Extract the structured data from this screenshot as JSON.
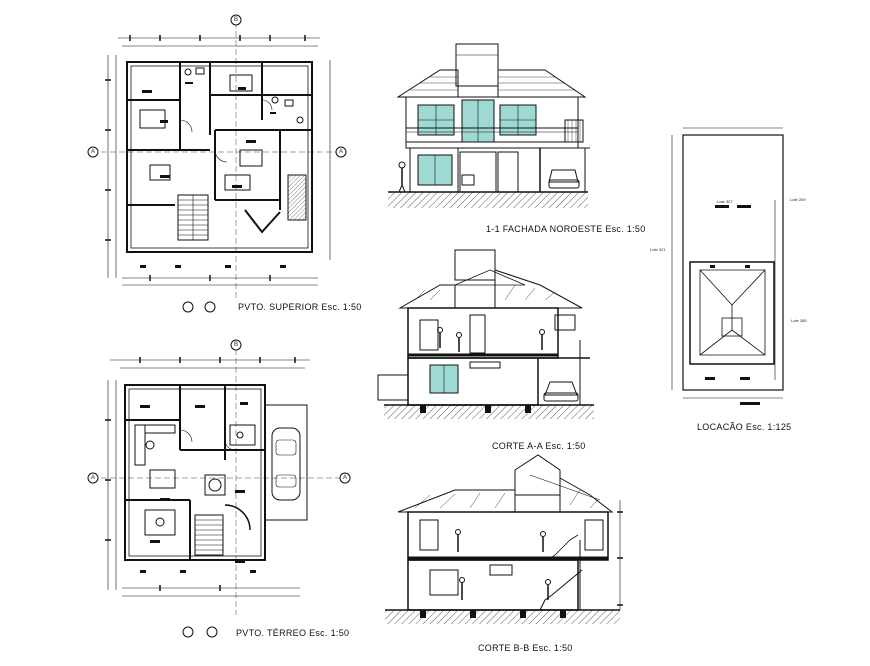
{
  "drawings": {
    "upper_plan": {
      "title": "PVTO. SUPERIOR Esc. 1:50"
    },
    "ground_plan": {
      "title": "PVTO. TÉRREO Esc. 1:50"
    },
    "facade": {
      "title": "1-1 FACHADA NOROESTE Esc. 1:50"
    },
    "section_aa": {
      "title": "CORTE A-A Esc. 1:50"
    },
    "section_bb": {
      "title": "CORTE B-B Esc. 1:50"
    },
    "location": {
      "title": "LOCACÃO Esc. 1:125",
      "lot_labels": [
        "Lote 307",
        "Lote 269",
        "Lote 321",
        "Lote 285"
      ]
    }
  },
  "axis_markers": [
    "A",
    "B"
  ],
  "colors": {
    "line": "#111111",
    "glass": "#9fd9d4",
    "hatch": "#333333"
  }
}
